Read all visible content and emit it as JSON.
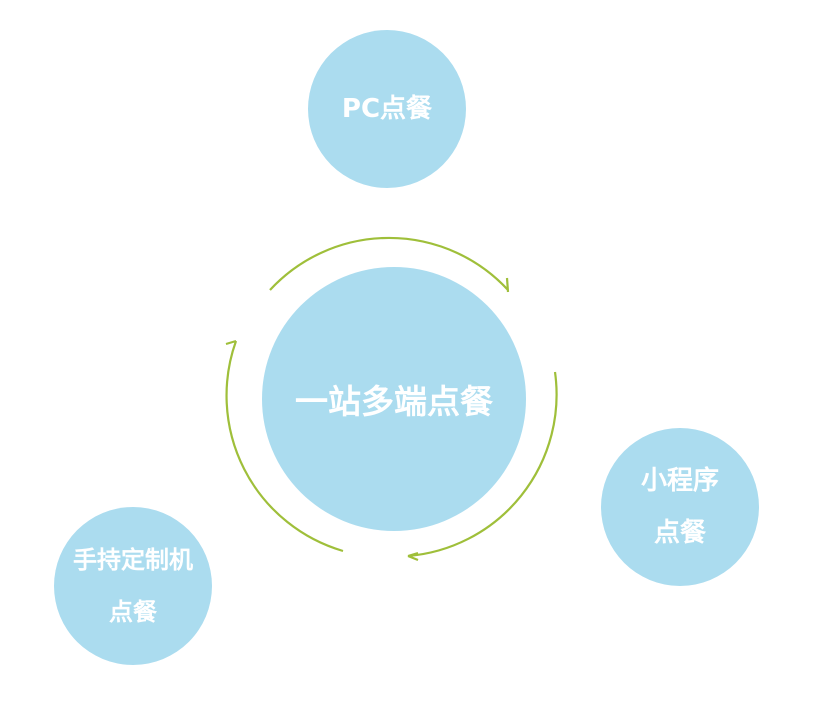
{
  "center": {
    "label": "一站多端点餐"
  },
  "nodes": [
    {
      "lines": [
        "PC点餐"
      ]
    },
    {
      "lines": [
        "小程序",
        "点餐"
      ]
    },
    {
      "lines": [
        "手持定制机",
        "点餐"
      ]
    }
  ],
  "colors": {
    "circle": "#abdcef",
    "arrow": "#9fbf3a",
    "text": "#ffffff"
  }
}
